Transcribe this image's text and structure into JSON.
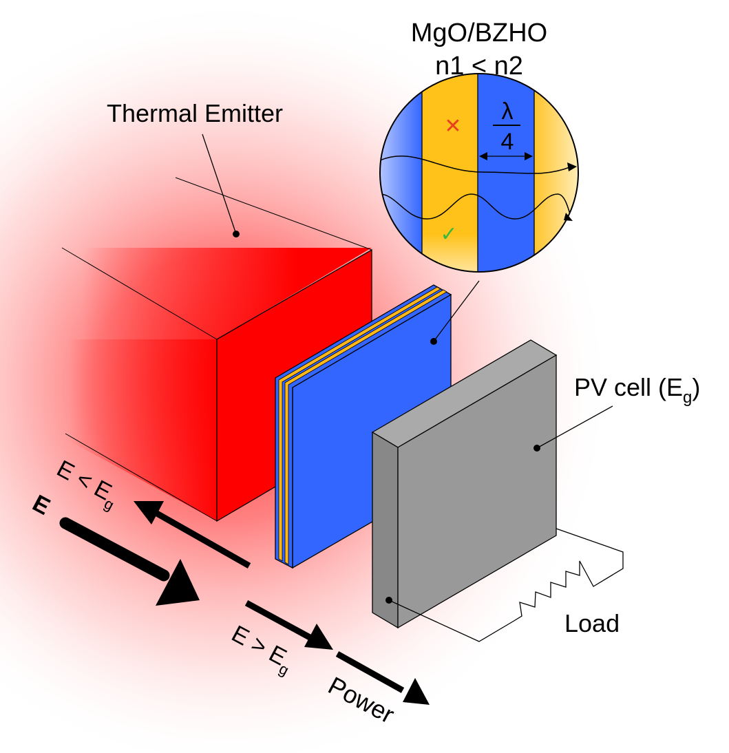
{
  "labels": {
    "stack_material": "MgO/BZHO",
    "index_relation": "n1 < n2",
    "emitter": "Thermal Emitter",
    "wavelength_symbol": "λ",
    "wavelength_divisor": "4",
    "pv_cell_main": "PV cell (E",
    "pv_cell_sub": "g",
    "pv_cell_close": ")",
    "load": "Load",
    "energy_axis": "E",
    "below_gap_main": "E < E",
    "below_gap_sub": "g",
    "above_gap_main": "E > E",
    "above_gap_sub": "g",
    "power": "Power"
  },
  "markers": {
    "reflected": "✕",
    "transmitted": "✓"
  },
  "colors": {
    "emitter_red": "#ff0000",
    "layer_blue": "#3366ff",
    "layer_orange": "#ffb81a",
    "pv_gray": "#999999",
    "reflect_mark": "#e8401c",
    "transmit_mark": "#3db83d"
  }
}
